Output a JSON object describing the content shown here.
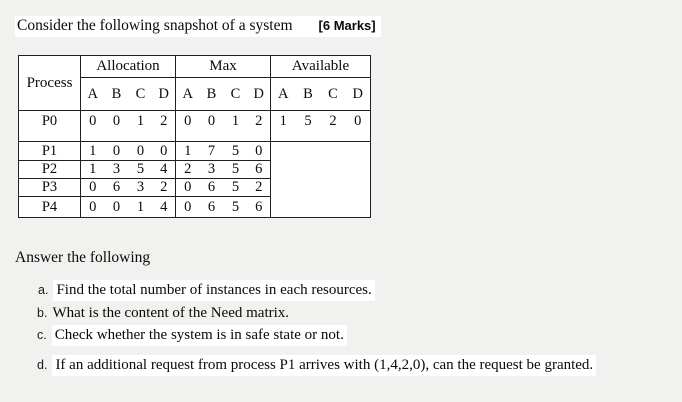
{
  "header": {
    "title": "Consider the following snapshot of a system",
    "marks": "[6 Marks]"
  },
  "table": {
    "process_header": "Process",
    "sections": [
      "Allocation",
      "Max",
      "Available"
    ],
    "letters": [
      "A",
      "B",
      "C",
      "D"
    ],
    "rows": [
      {
        "process": "P0",
        "alloc": [
          "0",
          "0",
          "1",
          "2"
        ],
        "max": [
          "0",
          "0",
          "1",
          "2"
        ],
        "avail": [
          "1",
          "5",
          "2",
          "0"
        ]
      },
      {
        "process": "P1",
        "alloc": [
          "1",
          "0",
          "0",
          "0"
        ],
        "max": [
          "1",
          "7",
          "5",
          "0"
        ]
      },
      {
        "process": "P2",
        "alloc": [
          "1",
          "3",
          "5",
          "4"
        ],
        "max": [
          "2",
          "3",
          "5",
          "6"
        ]
      },
      {
        "process": "P3",
        "alloc": [
          "0",
          "6",
          "3",
          "2"
        ],
        "max": [
          "0",
          "6",
          "5",
          "2"
        ]
      },
      {
        "process": "P4",
        "alloc": [
          "0",
          "0",
          "1",
          "4"
        ],
        "max": [
          "0",
          "6",
          "5",
          "6"
        ]
      }
    ]
  },
  "answer": {
    "heading": "Answer the following",
    "questions": [
      {
        "marker": "a.",
        "text": "Find the total number of instances in each resources.",
        "highlight": true
      },
      {
        "marker": "b.",
        "text": "What is the content of the Need matrix.",
        "highlight": false
      },
      {
        "marker": "c.",
        "text": "Check whether the system is in safe state or not.",
        "highlight": true
      },
      {
        "marker": "d.",
        "text": "If an additional request from process P1 arrives with (1,4,2,0), can the request be granted.",
        "highlight": true
      }
    ]
  },
  "colors": {
    "page_bg": "#f1f1ef",
    "table_bg": "#ffffff",
    "border": "#1f1f1f",
    "highlight_bg": "#ffffff"
  }
}
